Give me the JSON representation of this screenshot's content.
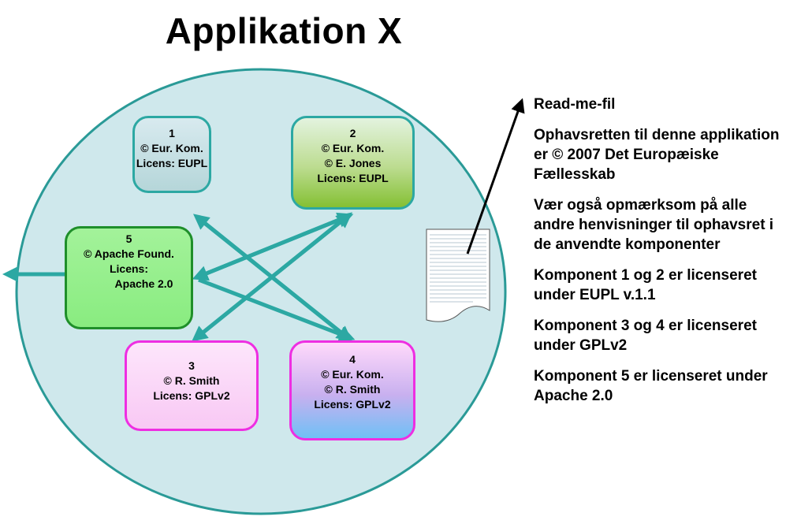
{
  "title": "Applikation X",
  "components": {
    "c1": {
      "number": "1",
      "lines": [
        "© Eur. Kom.",
        "Licens: EUPL"
      ]
    },
    "c2": {
      "number": "2",
      "lines": [
        "© Eur. Kom.",
        "© E. Jones",
        "Licens: EUPL"
      ]
    },
    "c3": {
      "number": "3",
      "lines": [
        "© R. Smith",
        "Licens: GPLv2"
      ]
    },
    "c4": {
      "number": "4",
      "lines": [
        "© Eur. Kom.",
        "© R. Smith",
        "Licens: GPLv2"
      ]
    },
    "c5": {
      "number": "5",
      "lines": [
        "© Apache Found.",
        "Licens:",
        "Apache 2.0"
      ]
    }
  },
  "notes": [
    "Read-me-fil",
    "Ophavsretten til denne applikation er © 2007 Det Europæiske Fællesskab",
    "Vær også opmærksom på alle andre henvisninger til ophavsret i de anvendte komponenter",
    "Komponent 1 og 2 er licenseret under EUPL v.1.1",
    "Komponent 3 og 4 er licenseret under GPLv2",
    "Komponent 5 er licenseret under Apache 2.0"
  ],
  "colors": {
    "circle_fill": "#cfe8ec",
    "circle_stroke": "#2a9a97",
    "arrow": "#2ca8a3"
  }
}
